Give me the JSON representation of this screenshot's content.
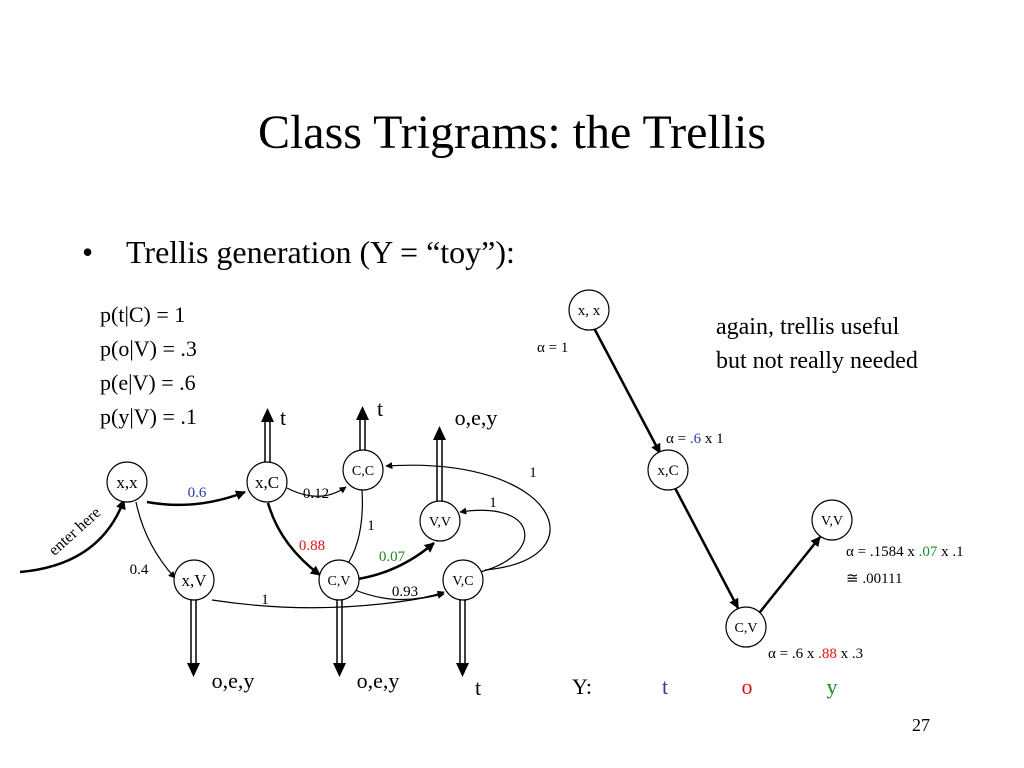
{
  "title": "Class Trigrams: the Trellis",
  "bullet": {
    "symbol": "•",
    "text": "Trellis generation (Y = “toy”):"
  },
  "probabilities": [
    "p(t|C) = 1",
    "p(o|V) = .3",
    "p(e|V) = .6",
    "p(y|V) = .1"
  ],
  "note": {
    "line1": "again, trellis useful",
    "line2": "but not really needed"
  },
  "colors": {
    "blue": "#2a3aa8",
    "red": "#e01010",
    "green": "#1f8a1f"
  },
  "generation_graph": {
    "enter_label": "enter here",
    "nodes": {
      "xx": "x,x",
      "xC": "x,C",
      "CC": "C,C",
      "VV": "V,V",
      "xV": "x,V",
      "CV": "C,V",
      "VC": "V,C"
    },
    "edge_labels": {
      "xx_xC": "0.6",
      "xx_xV": "0.4",
      "xC_CC": "0.12",
      "xC_CV": "0.88",
      "CC_CV": "1",
      "CV_VV": "0.07",
      "CV_VC": "0.93",
      "xV_VC": "1",
      "VC_CC": "1",
      "VC_VV": "1"
    },
    "emissions": {
      "xC": "t",
      "CC": "t",
      "VV": "o,e,y",
      "xV": "o,e,y",
      "CV": "o,e,y",
      "VC": "t"
    }
  },
  "trellis": {
    "nodes": {
      "xx": "x, x",
      "xC": "x,C",
      "CV": "C,V",
      "VV": "V,V"
    },
    "alpha_xx": "α = 1",
    "alpha_xC": {
      "a": "α = ",
      "b": ".6",
      "c": " x 1"
    },
    "alpha_CV": {
      "a": "α = .6 x ",
      "b": ".88",
      "c": " x .3"
    },
    "alpha_VV": {
      "a": "α = .1584 x ",
      "b": ".07",
      "c": " x .1"
    },
    "alpha_VV_approx": "≅ .00111",
    "y_label": "Y:",
    "y_letters": [
      "t",
      "o",
      "y"
    ]
  },
  "page_number": "27"
}
